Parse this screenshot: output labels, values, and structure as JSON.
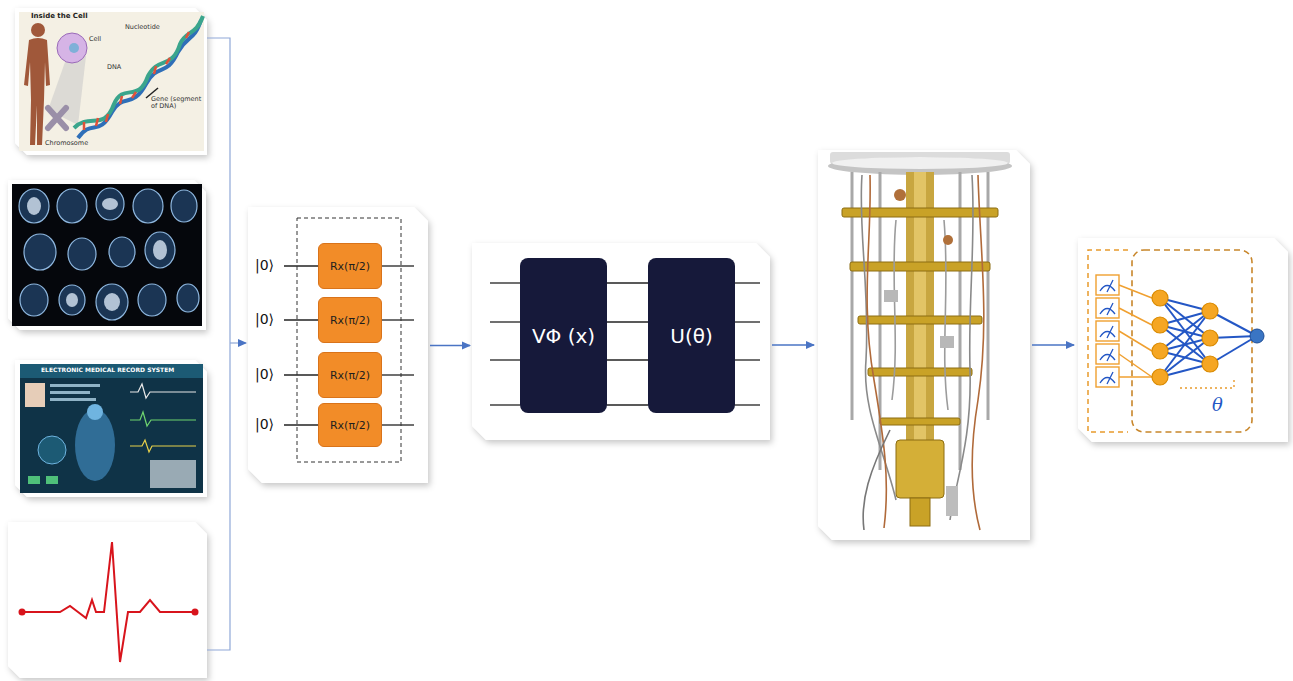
{
  "diagram": {
    "nodes": [
      {
        "text": [
          "|0⟩",
          "|0⟩",
          "|0⟩",
          "|0⟩"
        ]
      },
      {
        "text": [
          "Rx(π/2)"
        ],
        "in": 0
      },
      {
        "text": [
          "Rx(π/2)"
        ],
        "in": 0
      },
      {
        "text": [
          "Rx(π/2)"
        ],
        "in": 0
      },
      {
        "text": [
          "Rx(π/2)"
        ],
        "in": 0
      },
      {
        "text": []
      },
      {
        "text": [
          "VΦ (x)"
        ],
        "in": 5
      },
      {
        "text": [
          "U(θ)"
        ],
        "in": 5
      },
      {
        "text": [
          "θ"
        ]
      }
    ],
    "edges": [
      {
        "from": 0,
        "to": 5,
        "arrow": "to"
      }
    ],
    "labels": [
      "Inside the Cell",
      "Cell",
      "Nucleotide",
      "DNA",
      "Gene (segment of DNA)",
      "Chromosome",
      "ELECTRONIC MEDICAL RECORD SYSTEM"
    ]
  }
}
